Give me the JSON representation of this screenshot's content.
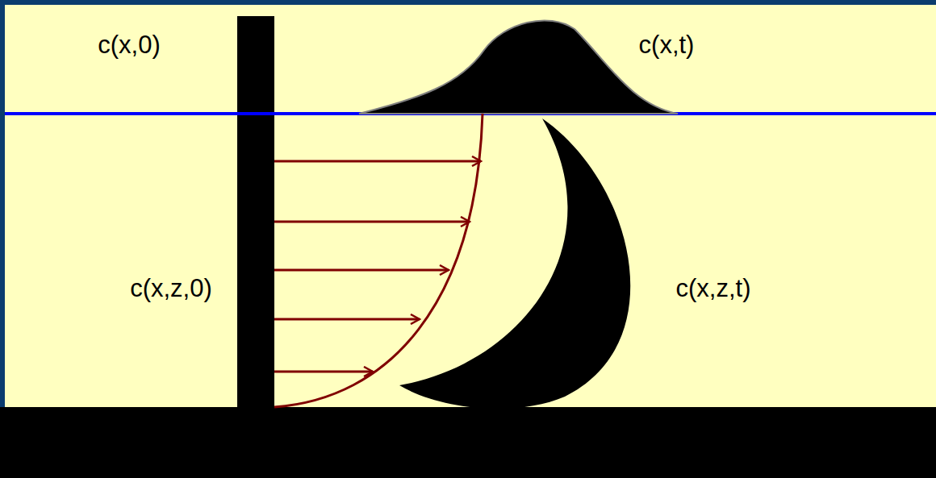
{
  "diagram": {
    "labels": [
      "c(x,0)",
      "c(x,t)",
      "c(x,z,0)",
      "c(x,z,t)"
    ]
  }
}
